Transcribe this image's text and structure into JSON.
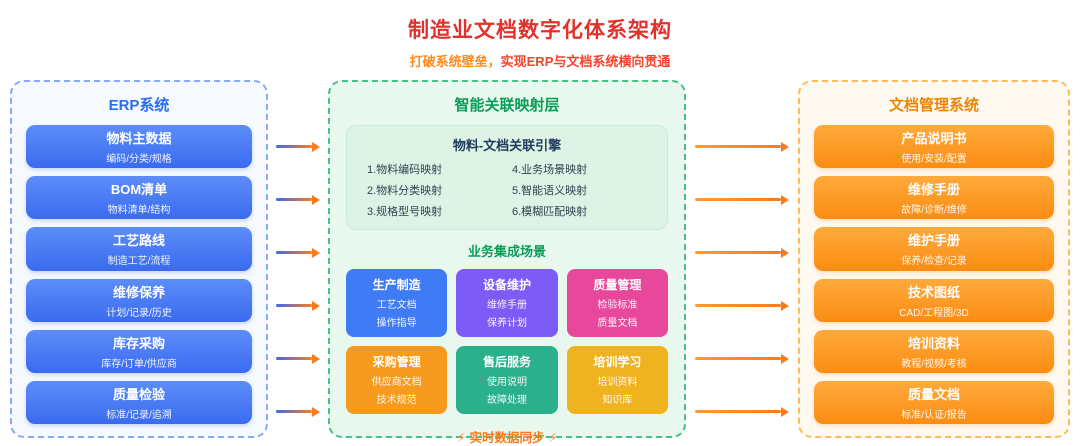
{
  "header": {
    "title": "制造业文档数字化体系架构",
    "subtitle_part1": "打破系统壁垒，",
    "subtitle_part2": "实现ERP与文档系统横向贯通"
  },
  "erp": {
    "title": "ERP系统",
    "items": [
      {
        "label": "物料主数据",
        "sub": "编码/分类/规格"
      },
      {
        "label": "BOM清单",
        "sub": "物料清单/结构"
      },
      {
        "label": "工艺路线",
        "sub": "制造工艺/流程"
      },
      {
        "label": "维修保养",
        "sub": "计划/记录/历史"
      },
      {
        "label": "库存采购",
        "sub": "库存/订单/供应商"
      },
      {
        "label": "质量检验",
        "sub": "标准/记录/追溯"
      }
    ]
  },
  "mapping": {
    "title": "智能关联映射层",
    "engine": {
      "title": "物料-文档关联引擎",
      "items": [
        "1.物料编码映射",
        "2.物料分类映射",
        "3.规格型号映射",
        "4.业务场景映射",
        "5.智能语义映射",
        "6.模糊匹配映射"
      ]
    },
    "scenarios_title": "业务集成场景",
    "scenarios": [
      {
        "label": "生产制造",
        "line1": "工艺文档",
        "line2": "操作指导",
        "color": "#3f7bf5"
      },
      {
        "label": "设备维护",
        "line1": "维修手册",
        "line2": "保养计划",
        "color": "#7d5bf6"
      },
      {
        "label": "质量管理",
        "line1": "检验标准",
        "line2": "质量文档",
        "color": "#e8489b"
      },
      {
        "label": "采购管理",
        "line1": "供应商文档",
        "line2": "技术规范",
        "color": "#f79b1f"
      },
      {
        "label": "售后服务",
        "line1": "使用说明",
        "line2": "故障处理",
        "color": "#2ab08a"
      },
      {
        "label": "培训学习",
        "line1": "培训资料",
        "line2": "知识库",
        "color": "#f0b320"
      }
    ],
    "sync": {
      "bolt": "⚡",
      "label": "实时数据同步"
    }
  },
  "docs": {
    "title": "文档管理系统",
    "items": [
      {
        "label": "产品说明书",
        "sub": "使用/安装/配置"
      },
      {
        "label": "维修手册",
        "sub": "故障/诊断/维修"
      },
      {
        "label": "维护手册",
        "sub": "保养/检查/记录"
      },
      {
        "label": "技术图纸",
        "sub": "CAD/工程图/3D"
      },
      {
        "label": "培训资料",
        "sub": "教程/视频/考核"
      },
      {
        "label": "质量文档",
        "sub": "标准/认证/报告"
      }
    ]
  },
  "palette": {
    "title_red": "#e2312b",
    "erp_blue": "#3a6bef",
    "map_green": "#0b9d58",
    "doc_orange": "#fb8c12",
    "arrow_orange": "#ff7a1a"
  }
}
